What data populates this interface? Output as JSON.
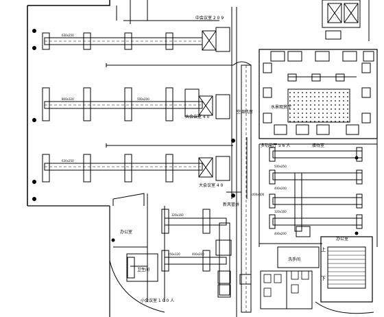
{
  "drawing": {
    "type": "HVAC duct floor plan (CAD)",
    "room_labels": {
      "meeting_room_2": "中会议室 2 0 9",
      "large_hall_a": "大会议室 4 0",
      "large_hall_b": "大会议室 4 0",
      "equipment_room": "空调机房",
      "duct_shaft": "新风管井",
      "water_room": "水景观赏厅",
      "multi_function": "多功能厅 5 6 人",
      "reception": "接待室",
      "small_meeting": "小会议室 1 0 0 人",
      "toilet": "卫生间",
      "office": "办公室",
      "wash_room": "洗手间"
    },
    "duct_sizes": {
      "upper_main": "630x250",
      "mid_main": "800x320",
      "lower_main": "630x250",
      "lower_main_2": "500x200",
      "riser": "1000x400",
      "branch_a": "320x160",
      "branch_b": "250x120",
      "branch_c": "400x200",
      "right_1": "500x250",
      "right_2": "400x200",
      "right_3": "320x160",
      "right_4": "400x200"
    },
    "stair_marks": {
      "up": "上",
      "down": "下"
    },
    "colors": {
      "line": "#000000",
      "background": "#ffffff"
    }
  }
}
